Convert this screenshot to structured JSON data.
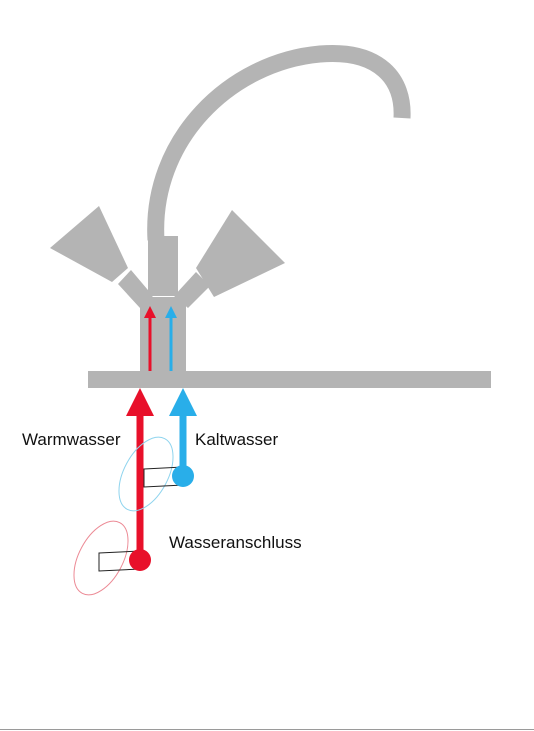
{
  "labels": {
    "warm": "Warmwasser",
    "cold": "Kaltwasser",
    "connection": "Wasseranschluss"
  },
  "colors": {
    "faucet": "#b4b4b4",
    "warm": "#e8102a",
    "cold": "#29aee9",
    "warm_ring": "#ec8a95",
    "cold_ring": "#8fd4ee",
    "clamp": "#222222"
  }
}
